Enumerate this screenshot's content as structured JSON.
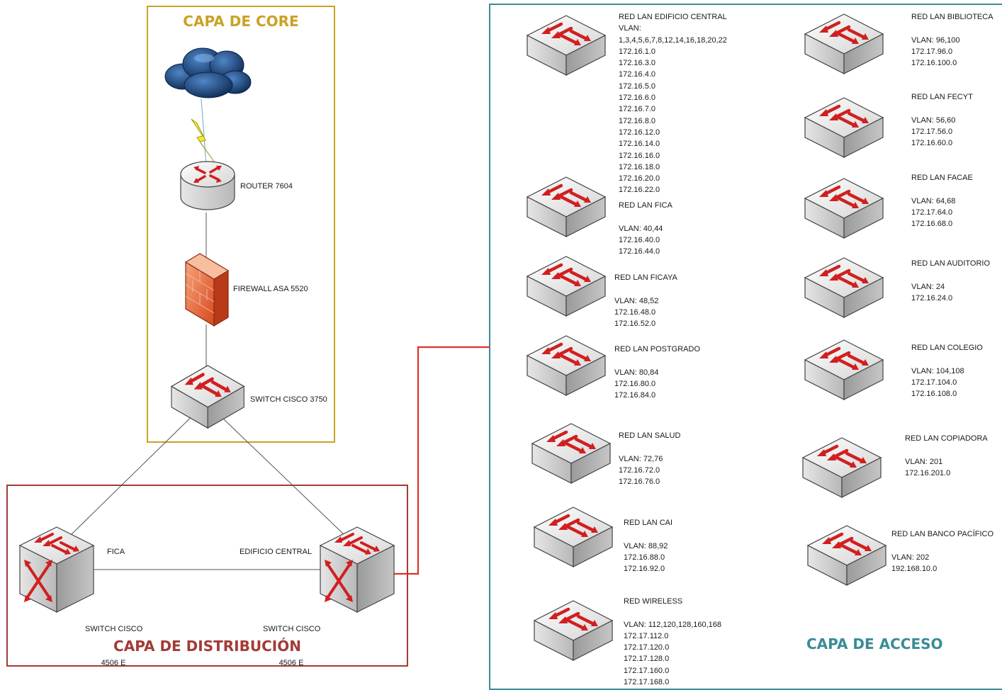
{
  "colors": {
    "core_border": "#c9a227",
    "core_title": "#c9a227",
    "distribution_border": "#a33b35",
    "distribution_title": "#a33b35",
    "access_border": "#3a8c96",
    "access_title": "#3a8c96",
    "link_red": "#e0302a"
  },
  "core": {
    "title": "CAPA DE CORE",
    "cloud_icon": "cloud-icon",
    "lightning_icon": "lightning-icon",
    "router_label": "ROUTER 7604",
    "firewall_label": "FIREWALL ASA 5520",
    "switch_label": "SWITCH CISCO 3750"
  },
  "distribution": {
    "title": "CAPA DE DISTRIBUCIÓN",
    "left_name": "FICA",
    "left_model_1": "SWITCH CISCO",
    "left_model_2": "4506 E",
    "right_name": "EDIFICIO CENTRAL",
    "right_model_1": "SWITCH CISCO",
    "right_model_2": "4506 E"
  },
  "access": {
    "title": "CAPA DE ACCESO",
    "left_column": [
      {
        "name": "RED LAN EDIFICIO CENTRAL",
        "lines": [
          "VLAN:",
          "1,3,4,5,6,7,8,12,14,16,18,20,22",
          "172.16.1.0",
          "172.16.3.0",
          "172.16.4.0",
          "172.16.5.0",
          "172.16.6.0",
          "172.16.7.0",
          "172.16.8.0",
          "172.16.12.0",
          "172.16.14.0",
          "172.16.16.0",
          "172.16.18.0",
          "172.16.20.0",
          "172.16.22.0"
        ]
      },
      {
        "name": "RED LAN FICA",
        "lines": [
          "",
          "VLAN: 40,44",
          "172.16.40.0",
          "172.16.44.0"
        ]
      },
      {
        "name": "RED LAN FICAYA",
        "lines": [
          "",
          "VLAN: 48,52",
          "172.16.48.0",
          "172.16.52.0"
        ]
      },
      {
        "name": "RED LAN POSTGRADO",
        "lines": [
          "",
          "VLAN: 80,84",
          "172.16.80.0",
          "172.16.84.0"
        ]
      },
      {
        "name": "RED LAN SALUD",
        "lines": [
          "",
          "VLAN: 72,76",
          "172.16.72.0",
          "172.16.76.0"
        ]
      },
      {
        "name": "RED LAN CAI",
        "lines": [
          "",
          "VLAN: 88,92",
          "172.16.88.0",
          "172.16.92.0"
        ]
      },
      {
        "name": "RED WIRELESS",
        "lines": [
          "",
          "VLAN: 112,120,128,160,168",
          "172.17.112.0",
          "172.17.120.0",
          "172.17.128.0",
          "172.17.160.0",
          "172.17.168.0"
        ]
      }
    ],
    "right_column": [
      {
        "name": "RED LAN BIBLIOTECA",
        "lines": [
          "",
          "VLAN: 96,100",
          "172.17.96.0",
          "172.16.100.0"
        ]
      },
      {
        "name": "RED LAN FECYT",
        "lines": [
          "",
          "VLAN: 56,60",
          "172.17.56.0",
          "172.16.60.0"
        ]
      },
      {
        "name": "RED LAN FACAE",
        "lines": [
          "",
          "VLAN: 64,68",
          "172.17.64.0",
          "172.16.68.0"
        ]
      },
      {
        "name": "RED LAN AUDITORIO",
        "lines": [
          "",
          "VLAN: 24",
          "172.16.24.0"
        ]
      },
      {
        "name": "RED LAN COLEGIO",
        "lines": [
          "",
          "VLAN: 104,108",
          "172.17.104.0",
          "172.16.108.0"
        ]
      },
      {
        "name": "RED LAN COPIADORA",
        "lines": [
          "",
          "VLAN: 201",
          "172.16.201.0"
        ]
      },
      {
        "name": "RED LAN BANCO PACÍFICO",
        "lines": [
          "",
          "VLAN: 202",
          "192.168.10.0"
        ]
      }
    ]
  }
}
